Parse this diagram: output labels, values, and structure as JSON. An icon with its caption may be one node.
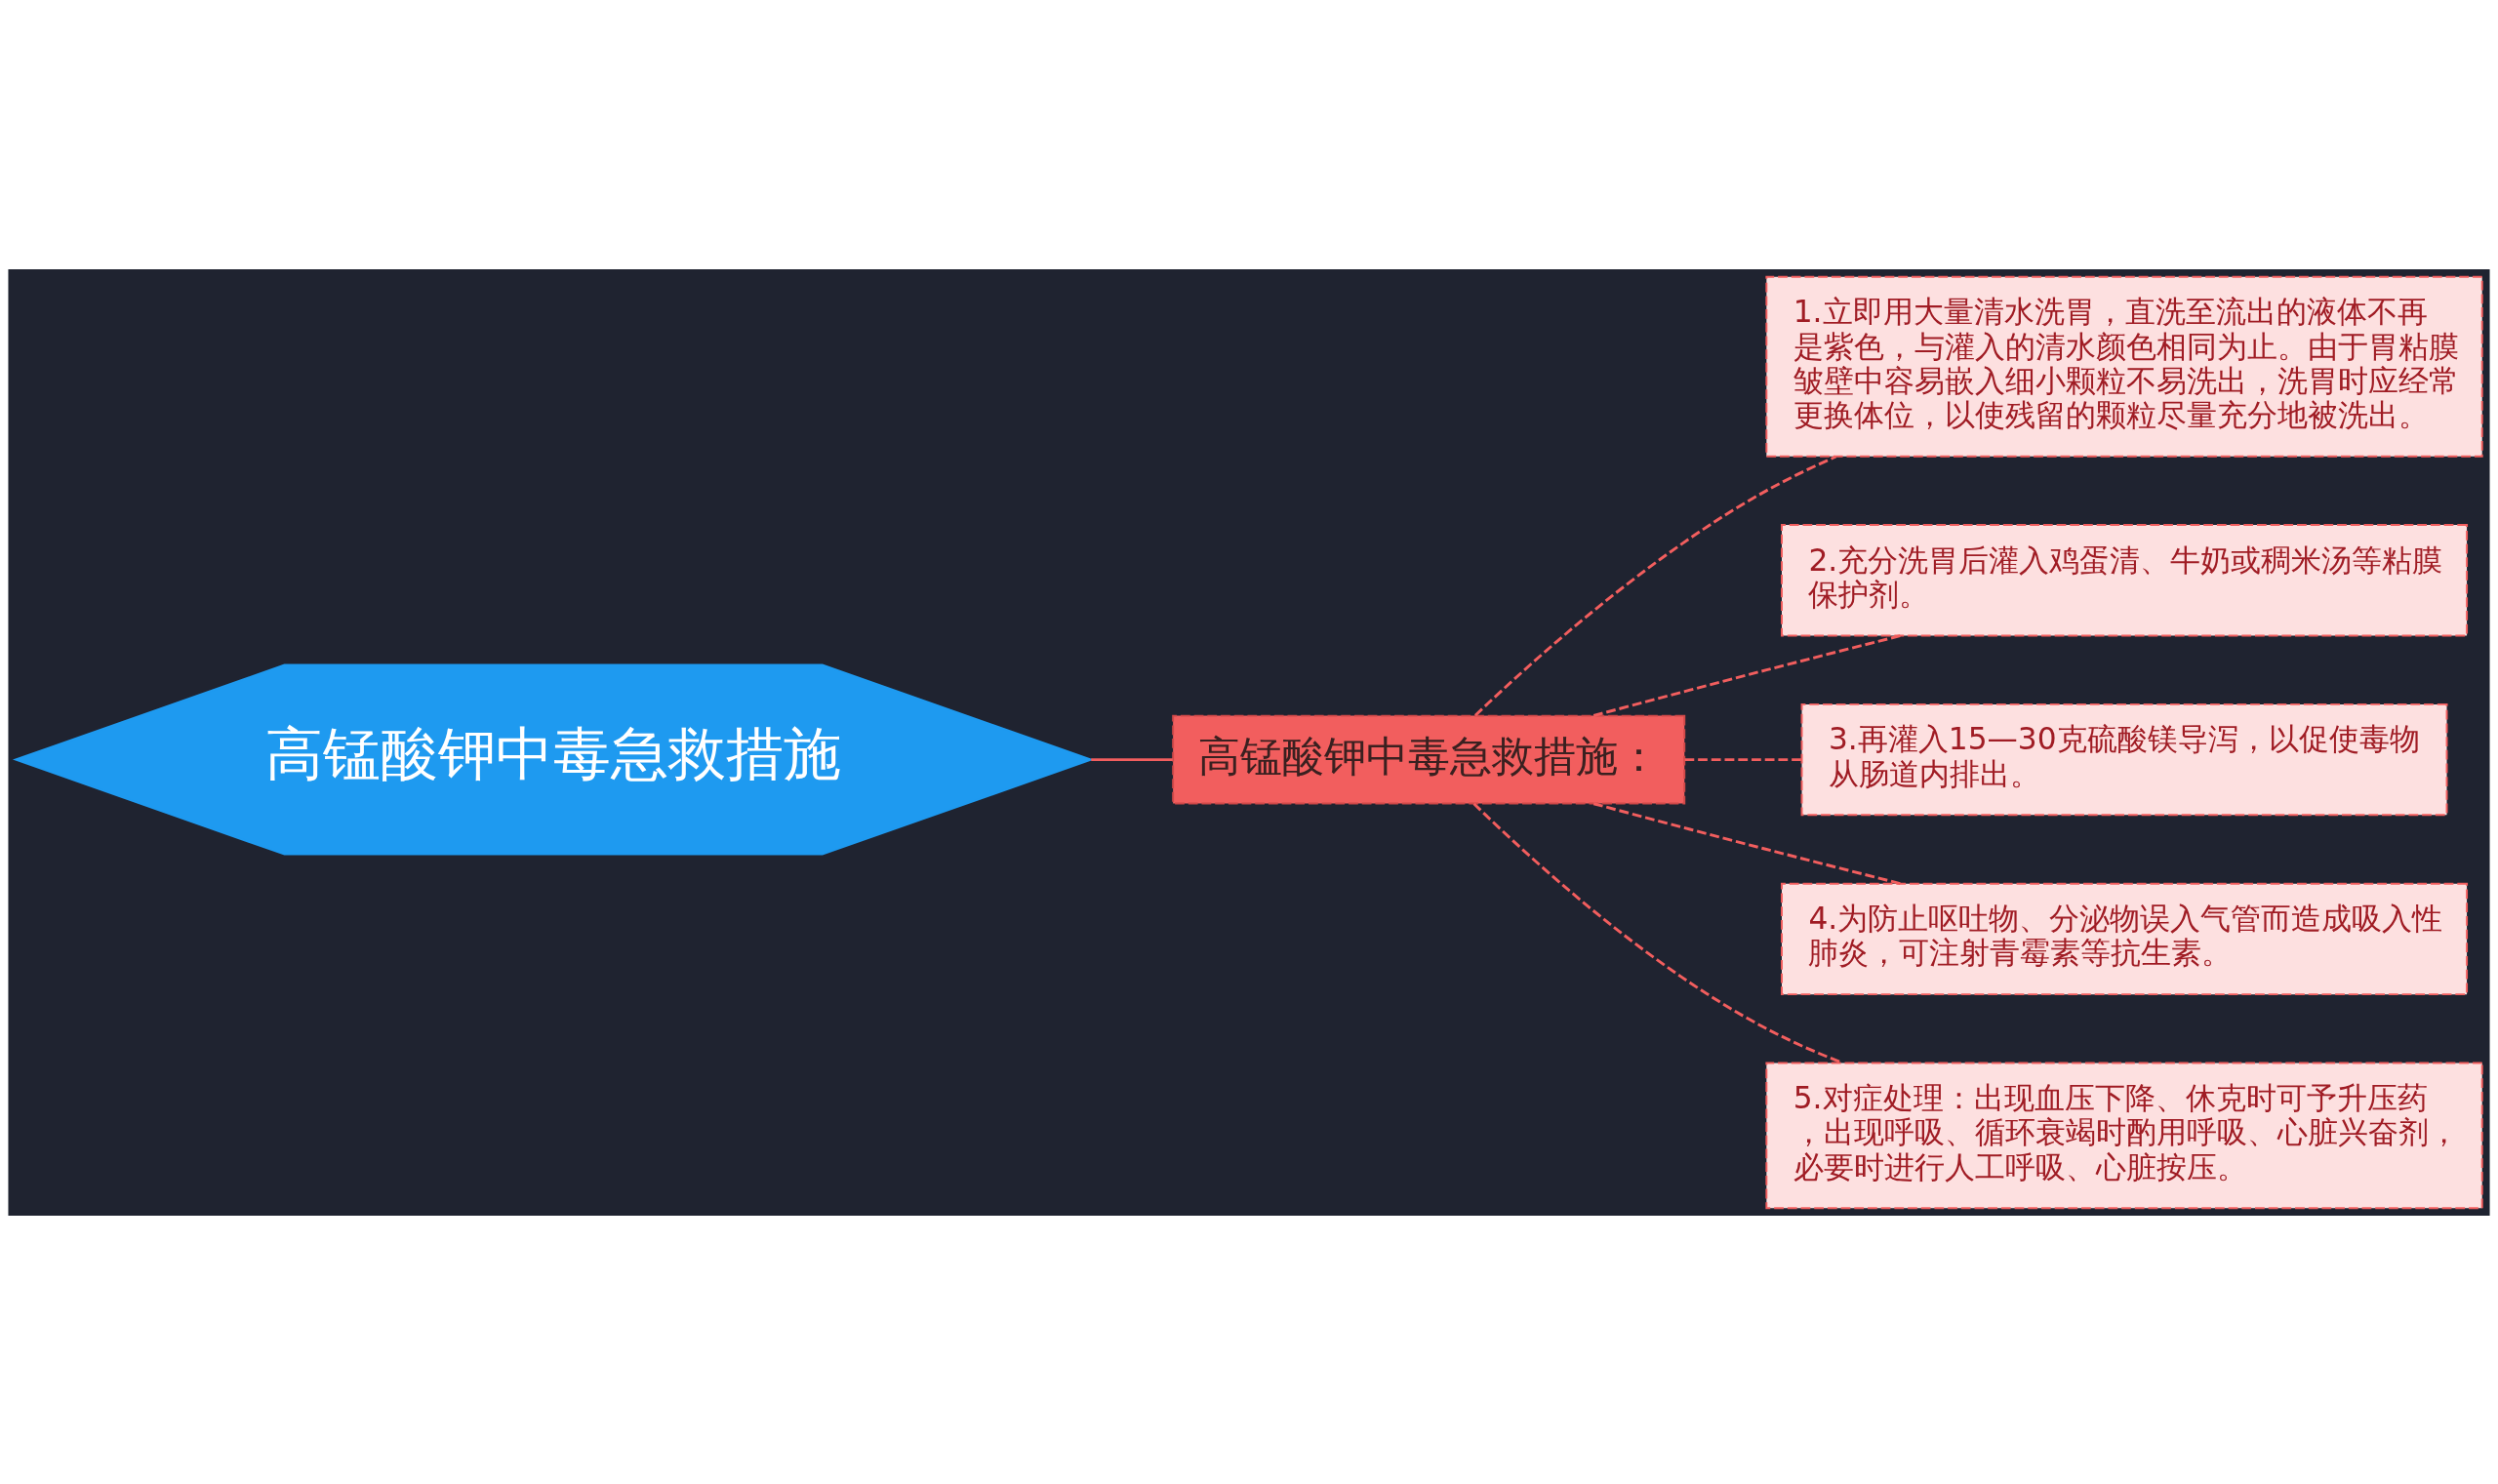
{
  "diagram": {
    "nodes": [
      {
        "text": [
          "高锰酸钾中毒急救措施"
        ]
      },
      {
        "text": [
          "高锰酸钾中毒急救措施："
        ]
      },
      {
        "text": [
          "1.立即用大量清水洗胃，直洗至流出的液体不再是紫色，与灌入的清水颜色相同为止。由于胃粘膜皱壁中容易嵌入细小颗粒不易洗出，洗胃时应经常更换体位，以使残留的颗粒尽量充分地被洗出。"
        ]
      },
      {
        "text": [
          "2.充分洗胃后灌入鸡蛋清、牛奶或稠米汤等粘膜保护剂。"
        ]
      },
      {
        "text": [
          "3.再灌入15—30克硫酸镁导泻，以促使毒物从肠道内排出。"
        ]
      },
      {
        "text": [
          "4.为防止呕吐物、分泌物误入气管而造成吸入性肺炎，可注射青霉素等抗生素。"
        ]
      },
      {
        "text": [
          "5.对症处理：出现血压下降、休克时可予升压药，出现呼吸、循环衰竭时酌用呼吸、心脏兴奋剂，必要时进行人工呼吸、心脏按压。"
        ]
      }
    ],
    "edges": [
      {
        "from": 0,
        "to": 1,
        "arrow": "none"
      },
      {
        "from": 1,
        "to": 2,
        "arrow": "none",
        "style": "dashed"
      },
      {
        "from": 1,
        "to": 3,
        "arrow": "none",
        "style": "dashed"
      },
      {
        "from": 1,
        "to": 4,
        "arrow": "none",
        "style": "dashed"
      },
      {
        "from": 1,
        "to": 5,
        "arrow": "none",
        "style": "dashed"
      },
      {
        "from": 1,
        "to": 6,
        "arrow": "none",
        "style": "dashed"
      }
    ]
  }
}
